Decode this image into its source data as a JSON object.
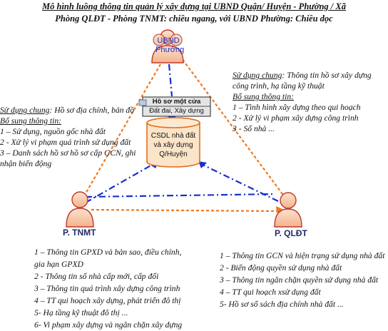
{
  "title": {
    "line1": "Mô hình luồng thông tin quản lý xây dựng tại UBND Quận/ Huyện - Phường / Xã",
    "line2": "Phòng QLĐT - Phòng TNMT: chiều ngang, với UBND Phường: Chiều dọc"
  },
  "nodes": {
    "ubnd": {
      "line1": "UBND",
      "line2": "Phường"
    },
    "tnmt": {
      "label": "P. TNMT"
    },
    "qldt": {
      "label": "P. QLĐT"
    },
    "ho_so": {
      "line1": "Hồ sơ một cửa",
      "line2": "Đất đai, Xây dựng"
    },
    "csdl": {
      "line1": "CSDL nhà đất",
      "line2": "và xây dựng",
      "line3": "Q/Huyện"
    }
  },
  "left_info": {
    "shared_label": "Sử dụng chung",
    "shared_text": ": Hồ sơ địa chính, bản đồ",
    "extra_label": "Bổ sung thông tin:",
    "items": [
      "1 – Sử dụng, nguồn gốc nhà đất",
      "2 -  Xử lý vi phạm quá trình sử dụng đất",
      "3 – Danh sách hồ sơ hồ sơ cấp GCN, ghi",
      "nhận biến động"
    ]
  },
  "right_info": {
    "shared_label": "Sử dụng chung",
    "shared_text": ": Thông tin hồ sơ xây dựng",
    "shared_text2": "công trình, hạ tầng kỹ thuật",
    "extra_label": "Bổ sung thông tin:",
    "items": [
      "1 – Tình hình xây dựng theo qui hoạch",
      "2 -  Xử lý vi phạm xây dựng công trình",
      "3 - Số nhà ..."
    ]
  },
  "bottom_left": {
    "items": [
      "1 – Thông tin GPXD và bản sao, điều chỉnh,",
      "gia hạn GPXD",
      "2 - Thông tin số nhà cấp mới, cấp đổi",
      "3 – Thông tin quá trình xây dựng công trình",
      "4 – TT qui hoạch xây dựng, phát triển đô thị",
      "5- Hạ tầng kỹ thuật đô thị ...",
      "6- Vi phạm xây dựng và ngăn chặn xây dựng"
    ]
  },
  "bottom_right": {
    "items": [
      "1 – Thông tin GCN và hiện trạng sử dụng nhà đất",
      "2 - Biến động quyền sử dụng nhà đất",
      "3 – Thông tin ngăn chặn quyền sử dụng nhà đất",
      "4 – TT qui hoạch xsử dụng đất",
      "5-  Hồ sơ sổ sách địa chính nhà đất ..."
    ]
  },
  "colors": {
    "orange_line": "#f07820",
    "blue_line": "#1a2fd0",
    "person_fill": "#f6c9a9",
    "person_stroke": "#c0392b",
    "db_fill": "#fbe4c8",
    "db_stroke": "#e07020",
    "box_fill": "#d9d9d9"
  }
}
